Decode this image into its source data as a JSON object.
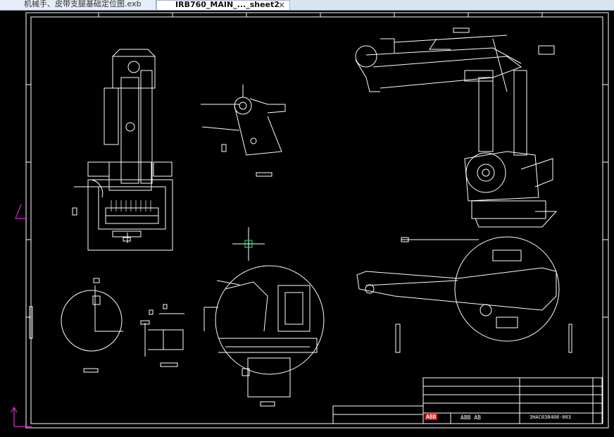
{
  "tabs": [
    {
      "label": "机械手、皮带支腿基础定位图.exb",
      "active": false
    },
    {
      "label": "IRB760_MAIN_..._sheet2",
      "active": true
    }
  ],
  "tab_close_glyph": "×",
  "title_block": {
    "company": "ABB AB",
    "drawing_number": "3HAC038408-003",
    "logo_text": "ABB"
  },
  "colors": {
    "background": "#000000",
    "lines": "#ffffff",
    "cursor": "#00ff66",
    "axis": "#ff33ff",
    "logo": "#e00000"
  },
  "icons": [
    "ucs-axis-icon",
    "crosshair-cursor-icon"
  ]
}
